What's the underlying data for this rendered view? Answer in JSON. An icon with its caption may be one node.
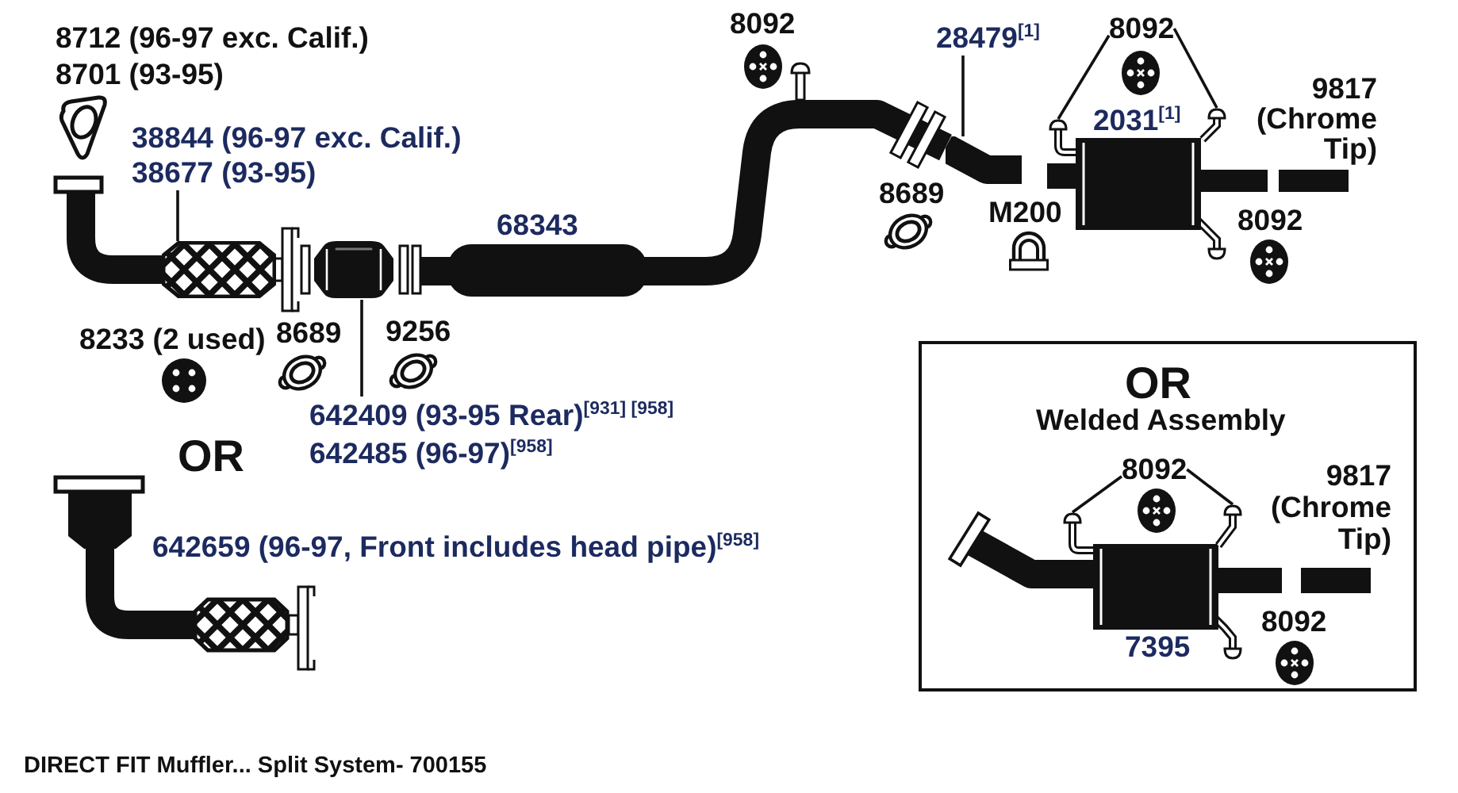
{
  "diagram": {
    "caption": "DIRECT FIT Muffler... Split System- 700155",
    "nodes": [
      {
        "text": [
          "38844 (96-97 exc. Calif.)",
          "38677 (93-95)"
        ]
      },
      {
        "text": [],
        "shape": "picture"
      },
      {
        "text": [
          "642409 (93-95 Rear)$^{[931] [958]}$",
          "642485 (96-97)$^{[958]}$"
        ]
      },
      {
        "text": [],
        "shape": "picture"
      },
      {
        "text": [
          "28479$^{[1]}$"
        ]
      },
      {
        "text": [],
        "shape": "picture"
      },
      {
        "text": [
          "8092"
        ]
      },
      {
        "text": [],
        "shape": "picture"
      },
      {
        "text": [],
        "shape": "picture"
      },
      {
        "text": [
          "OR",
          "Welded Assembly"
        ]
      },
      {
        "text": [
          "8092"
        ],
        "in": 9
      },
      {
        "text": [],
        "shape": "picture",
        "in": 9
      },
      {
        "text": [],
        "shape": "picture",
        "in": 9
      }
    ],
    "edges": [
      {
        "from": 0,
        "to": 1,
        "arrow": "none"
      },
      {
        "from": 2,
        "to": 3,
        "arrow": "none"
      },
      {
        "from": 4,
        "to": 5,
        "arrow": "none"
      },
      {
        "from": 6,
        "to": 7,
        "arrow": "none"
      },
      {
        "from": 6,
        "to": 8,
        "arrow": "none"
      },
      {
        "from": 10,
        "to": 11,
        "arrow": "none"
      },
      {
        "from": 10,
        "to": 12,
        "arrow": "none"
      }
    ],
    "labels": [
      "8712 (96-97 exc. Calif.)",
      "8092",
      "8701 (93-95)",
      "2031$^{[1]}$",
      "9817 (Chrome Tip)",
      "68343",
      "8689",
      "M200",
      "8092",
      "8233 (2 used)",
      "8689",
      "9256",
      "OR",
      "642659 (96-97, Front includes head pipe)$^{[958]}$",
      "9817 (Chrome Tip)",
      "8092",
      "7395"
    ]
  }
}
